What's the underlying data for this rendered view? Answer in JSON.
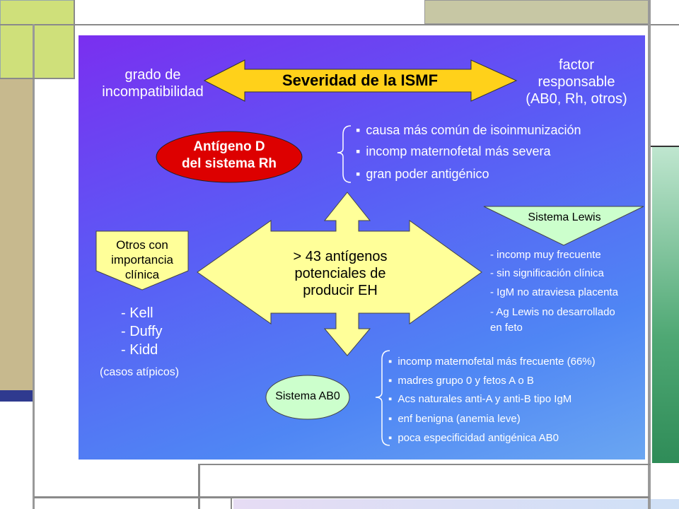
{
  "title": "Severidad de la ISMF",
  "left_label": [
    "grado de",
    "incompatibilidad"
  ],
  "right_label": [
    "factor",
    "responsable",
    "(AB0, Rh, otros)"
  ],
  "rh": {
    "title": [
      "Antígeno D",
      "del sistema Rh"
    ],
    "bullets": [
      "causa más común de isoinmunización",
      "incomp maternofetal más severa",
      "gran poder antigénico"
    ]
  },
  "center": [
    "> 43 antígenos",
    "potenciales de",
    "producir EH"
  ],
  "otros": {
    "title": [
      "Otros con",
      "importancia",
      "clínica"
    ],
    "items": [
      "- Kell",
      "- Duffy",
      "- Kidd"
    ],
    "note": "(casos atípicos)"
  },
  "lewis": {
    "title": "Sistema Lewis",
    "items": [
      "- incomp muy frecuente",
      "- sin significación clínica",
      "- IgM no atraviesa placenta",
      "- Ag Lewis no desarrollado",
      "en feto"
    ]
  },
  "ab0": {
    "title": "Sistema AB0",
    "bullets": [
      "incomp maternofetal más frecuente (66%)",
      "madres grupo 0 y fetos A o B",
      "Acs naturales anti-A y anti-B tipo IgM",
      "enf benigna (anemia leve)",
      "poca especificidad antigénica AB0"
    ]
  },
  "colors": {
    "title_fill": "#ffd11a",
    "arrow_fill": "#ffff99",
    "ellipse_rh": "#dd0000",
    "ellipse_ab0": "#ccffcc",
    "background_top": "#7a2ff0",
    "background_bottom": "#6aa6f2"
  }
}
